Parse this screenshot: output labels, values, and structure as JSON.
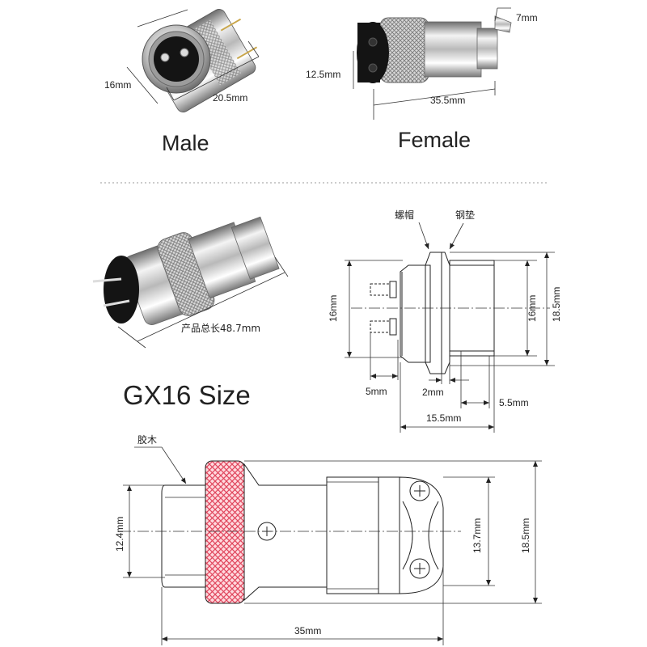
{
  "photos": {
    "male": {
      "label": "Male",
      "dim_diameter": "16mm",
      "dim_length": "20.5mm"
    },
    "female": {
      "label": "Female",
      "dim_height": "12.5mm",
      "dim_length": "35.5mm",
      "dim_tail": "7mm"
    },
    "assembled": {
      "dim_total": "产品总长48.7mm"
    }
  },
  "title": "GX16 Size",
  "side_drawing": {
    "callout_nut": "螺帽",
    "callout_washer": "钢垫",
    "dim_left_height": "16mm",
    "dim_right_inner": "16mm",
    "dim_right_outer": "18.5mm",
    "dim_pin": "5mm",
    "dim_gap": "2mm",
    "dim_thread": "5.5mm",
    "dim_body": "15.5mm"
  },
  "plug_drawing": {
    "callout_insulator": "胶木",
    "dim_front": "12.4mm",
    "dim_mid": "13.7mm",
    "dim_outer": "18.5mm",
    "dim_length": "35mm"
  },
  "colors": {
    "metal_light": "#f2f2f2",
    "metal_dark": "#8a8a8a",
    "insulator": "#1a1a1a",
    "knurl": "#ff9aa8",
    "line": "#222222"
  }
}
